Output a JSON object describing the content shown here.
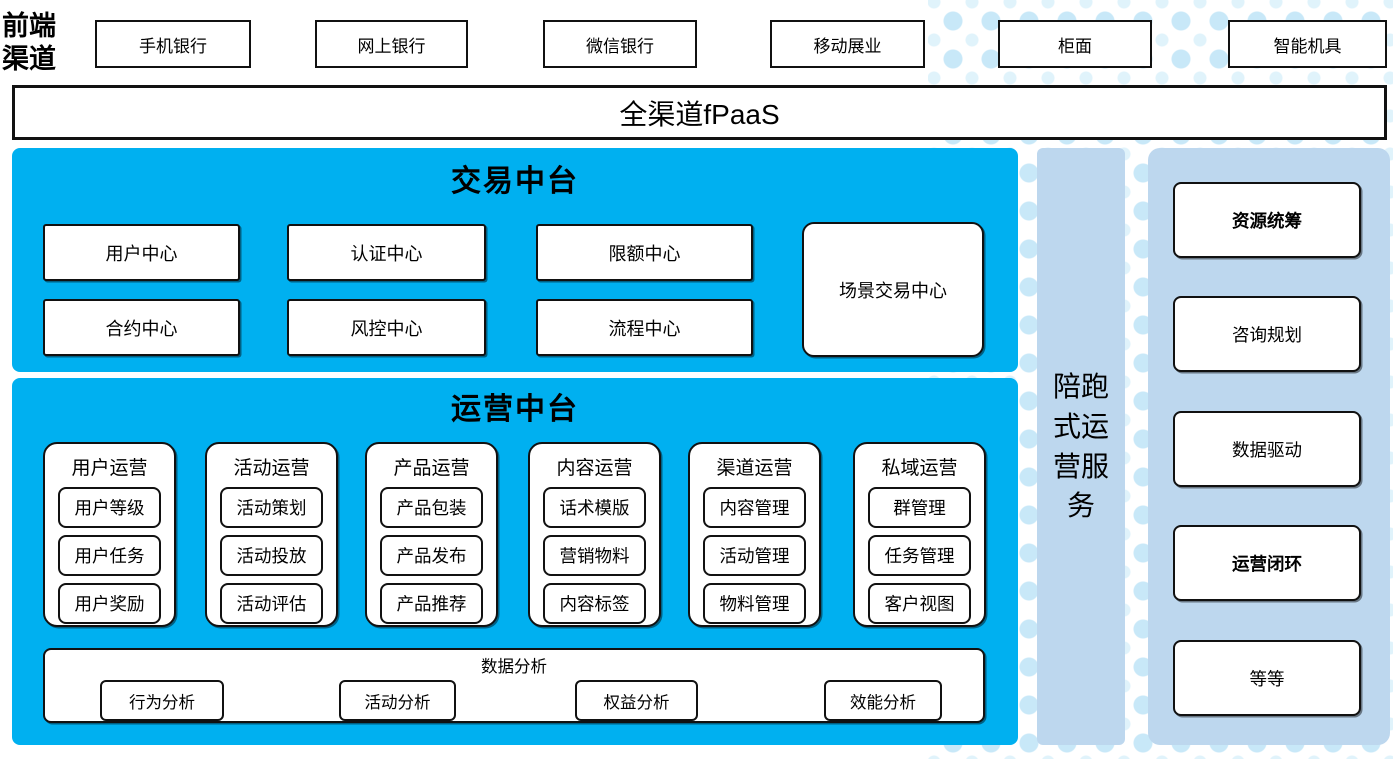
{
  "colors": {
    "platform_blue": "#00B0F0",
    "light_blue": "#BDD7EE",
    "dot_blue": "#C8E8F8",
    "border_black": "#111111"
  },
  "front_channels": {
    "label": "前端渠道",
    "label_lines": [
      "前端",
      "渠道"
    ],
    "items": [
      "手机银行",
      "网上银行",
      "微信银行",
      "移动展业",
      "柜面",
      "智能机具"
    ]
  },
  "fpaas_bar": {
    "label": "全渠道fPaaS"
  },
  "transaction_platform": {
    "title": "交易中台",
    "row1": [
      "用户中心",
      "认证中心",
      "限额中心"
    ],
    "row2": [
      "合约中心",
      "风控中心",
      "流程中心"
    ],
    "scene_center": "场景交易中心"
  },
  "operation_platform": {
    "title": "运营中台",
    "columns": [
      {
        "title": "用户运营",
        "items": [
          "用户等级",
          "用户任务",
          "用户奖励"
        ]
      },
      {
        "title": "活动运营",
        "items": [
          "活动策划",
          "活动投放",
          "活动评估"
        ]
      },
      {
        "title": "产品运营",
        "items": [
          "产品包装",
          "产品发布",
          "产品推荐"
        ]
      },
      {
        "title": "内容运营",
        "items": [
          "话术模版",
          "营销物料",
          "内容标签"
        ]
      },
      {
        "title": "渠道运营",
        "items": [
          "内容管理",
          "活动管理",
          "物料管理"
        ]
      },
      {
        "title": "私域运营",
        "items": [
          "群管理",
          "任务管理",
          "客户视图"
        ]
      }
    ],
    "data_analysis": {
      "title": "数据分析",
      "items": [
        "行为分析",
        "活动分析",
        "权益分析",
        "效能分析"
      ]
    }
  },
  "companion_bar": {
    "label": "陪跑式运营服务"
  },
  "service_panel": {
    "items": [
      {
        "label": "资源统筹",
        "bold": true
      },
      {
        "label": "咨询规划",
        "bold": false
      },
      {
        "label": "数据驱动",
        "bold": false
      },
      {
        "label": "运营闭环",
        "bold": true
      },
      {
        "label": "等等",
        "bold": false
      }
    ]
  }
}
